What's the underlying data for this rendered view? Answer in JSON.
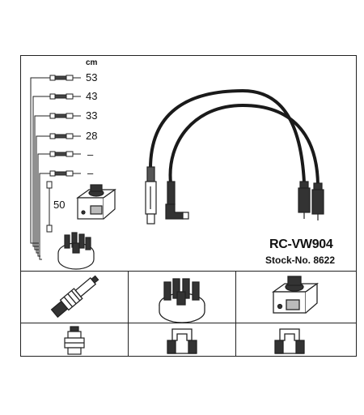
{
  "kit": {
    "part_number": "RC-VW904",
    "stock_number": "Stock-No. 8622"
  },
  "lengths": {
    "unit": "cm",
    "rows": [
      "53",
      "43",
      "33",
      "28",
      "–",
      "–"
    ],
    "coil_lead": "50"
  }
}
